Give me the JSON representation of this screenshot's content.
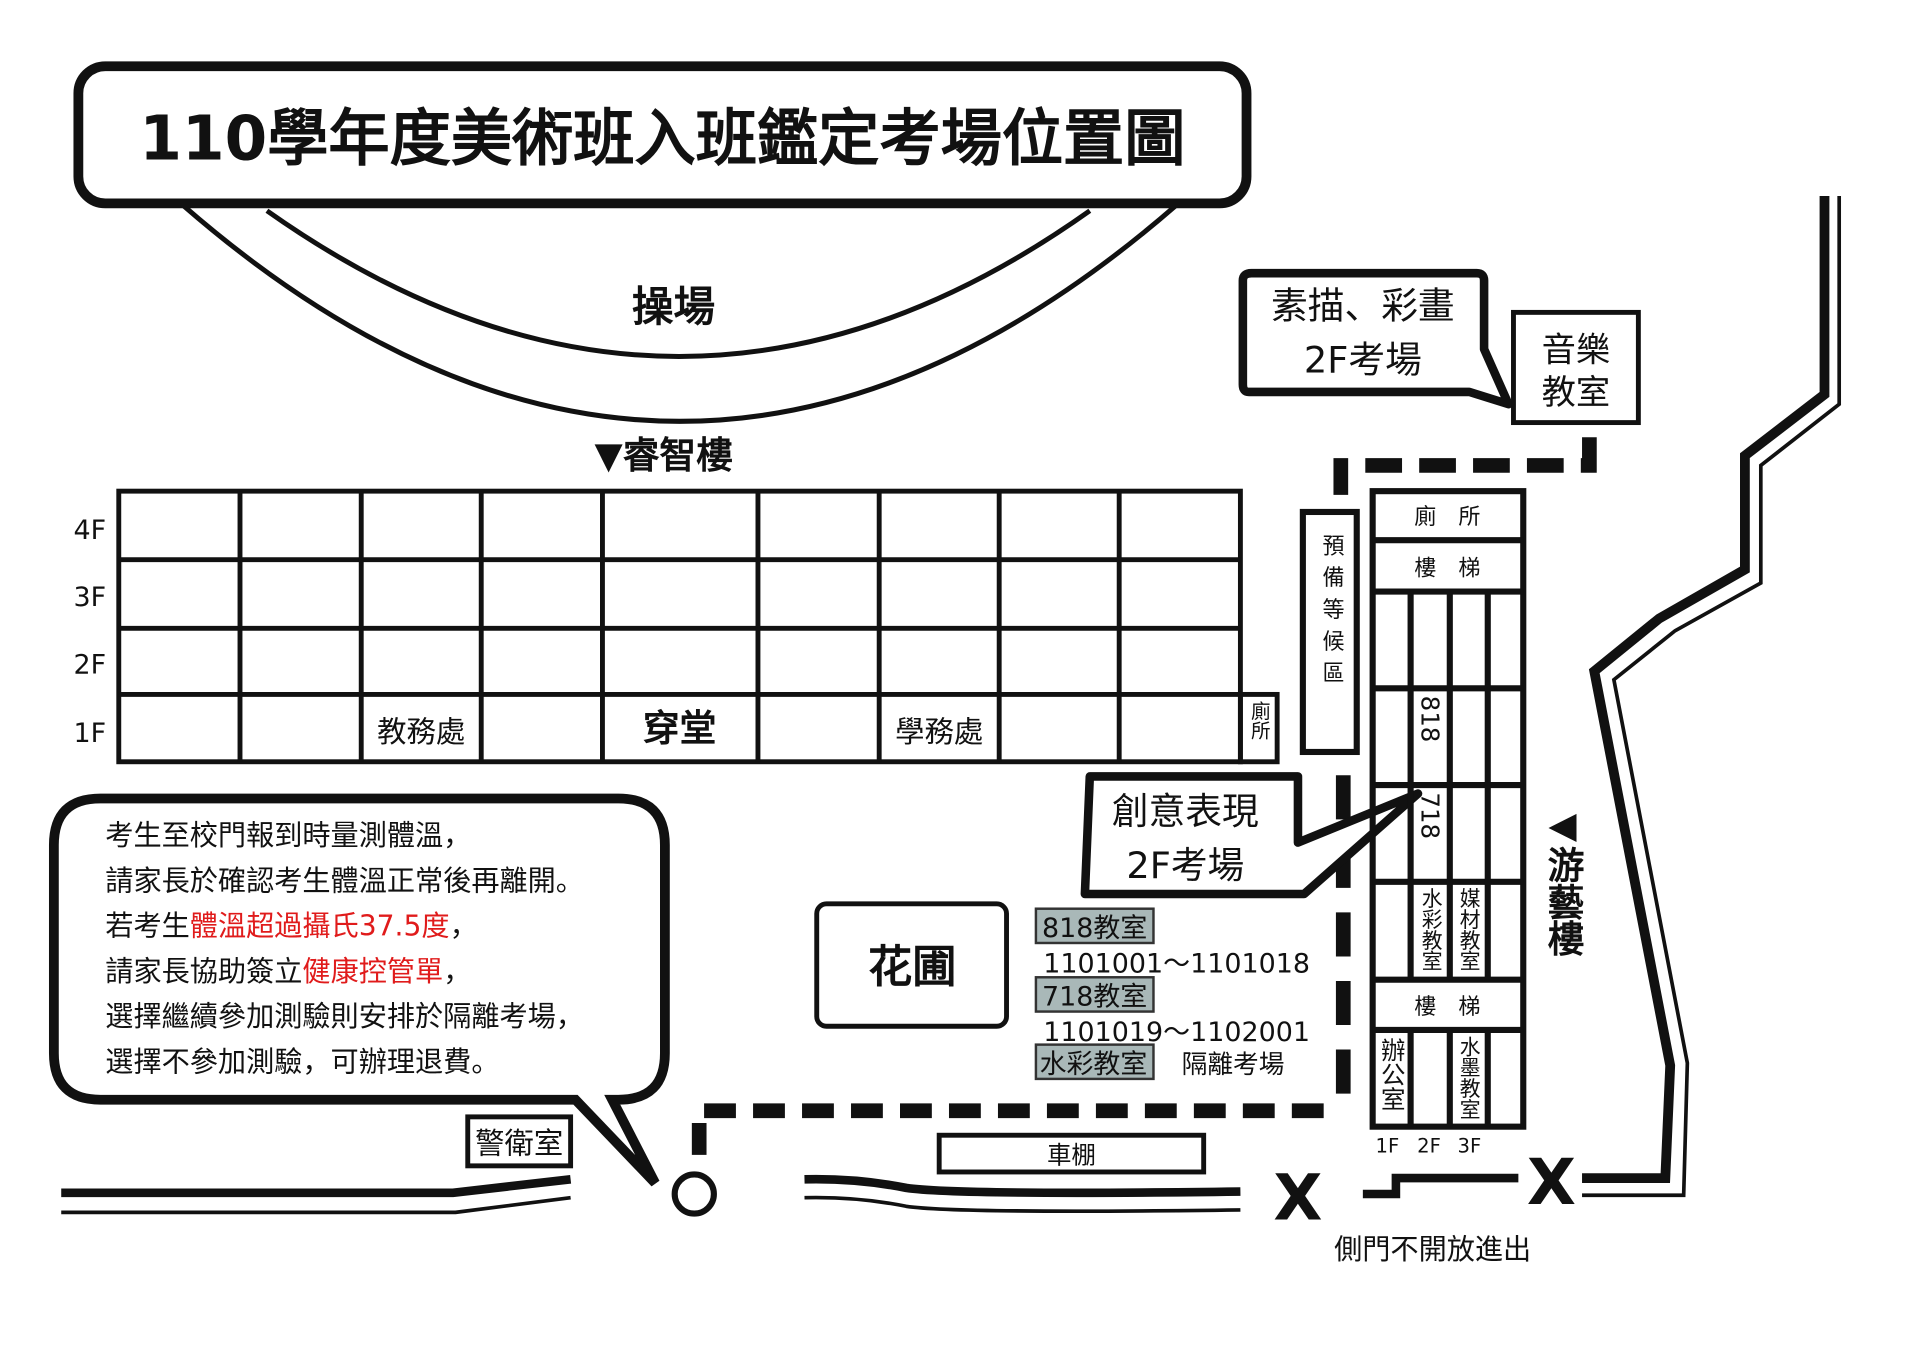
{
  "title": "110學年度美術班入班鑑定考場位置圖",
  "playground": "操場",
  "ruizhi_building": "▼睿智樓",
  "floors": [
    "4F",
    "3F",
    "2F",
    "1F"
  ],
  "ruizhi_1f": {
    "academic_affairs": "教務處",
    "hallway": "穿堂",
    "student_affairs": "學務處",
    "restroom": "廁所"
  },
  "notice": {
    "line1": "考生至校門報到時量測體溫，",
    "line2": "請家長於確認考生體溫正常後再離開。",
    "line3_a": "若考生",
    "line3_red": "體溫超過攝氏37.5度",
    "line3_b": "，",
    "line4_a": "請家長協助簽立",
    "line4_red": "健康控管單",
    "line4_b": "，",
    "line5": "選擇繼續參加測驗則安排於隔離考場，",
    "line6": "選擇不參加測驗，可辦理退費。"
  },
  "guard_room": "警衛室",
  "bike_shed": "車棚",
  "garden": "花圃",
  "side_gate": "側門不開放進出",
  "legend": {
    "room818": "818教室",
    "range818": "1101001～1101018",
    "room718": "718教室",
    "range718": "1101019～1102001",
    "watercolor": "水彩教室",
    "isolation": "隔離考場"
  },
  "callout_creative": {
    "line1": "創意表現",
    "line2": "2F考場"
  },
  "callout_sketch": {
    "line1": "素描、彩畫",
    "line2": "2F考場"
  },
  "music_room": {
    "line1": "音樂",
    "line2": "教室"
  },
  "waiting_area": "預備等候區",
  "youyi": {
    "name": "◀游藝樓",
    "restroom": "廁　所",
    "stairs": "樓　梯",
    "room818": "818",
    "room718": "718",
    "watercolor": "水彩教室",
    "media": "媒材教室",
    "office": "辦公室",
    "ink": "水墨教室",
    "floor_labels": [
      "1F",
      "2F",
      "3F"
    ]
  },
  "colors": {
    "highlight": "#e01b1b",
    "legend_box": "#a9b8b8"
  }
}
